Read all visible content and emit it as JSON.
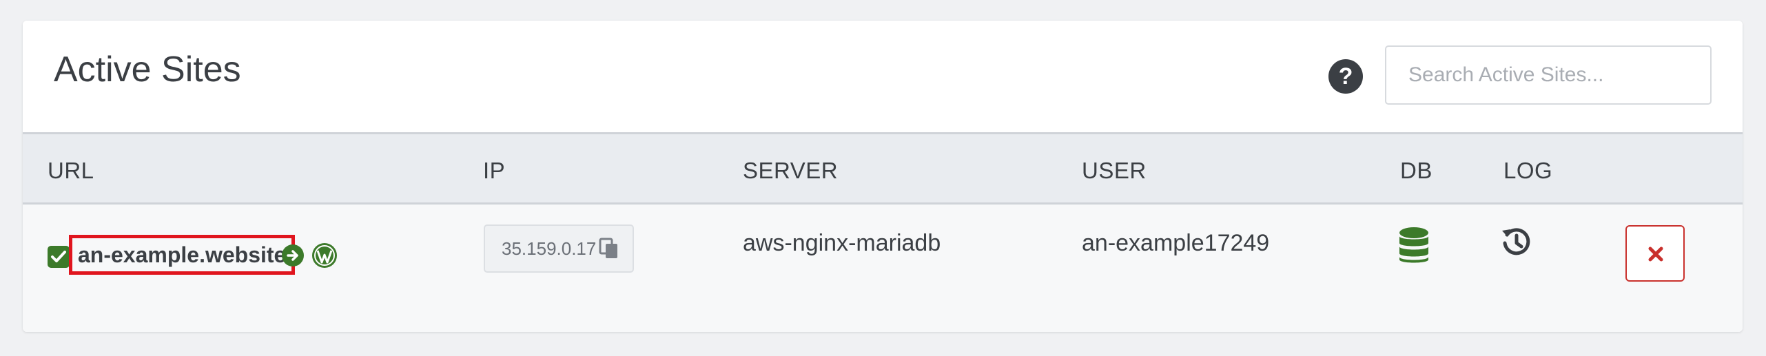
{
  "header": {
    "title": "Active Sites",
    "help_label": "?",
    "search_placeholder": "Search Active Sites..."
  },
  "table": {
    "columns": [
      "URL",
      "IP",
      "SERVER",
      "USER",
      "DB",
      "LOG"
    ],
    "rows": [
      {
        "url": "an-example.website",
        "ip": "35.159.0.17",
        "server": "aws-nginx-mariadb",
        "user": "an-example17249"
      }
    ]
  },
  "icons": {
    "status": "check-square-icon",
    "go": "arrow-circle-right-icon",
    "platform": "wordpress-icon",
    "copy": "copy-icon",
    "db": "database-icon",
    "log": "history-icon",
    "delete": "times-icon"
  },
  "colors": {
    "accent_green": "#3c7a2a",
    "danger_red": "#c9302c",
    "highlight_red": "#e0151e"
  }
}
